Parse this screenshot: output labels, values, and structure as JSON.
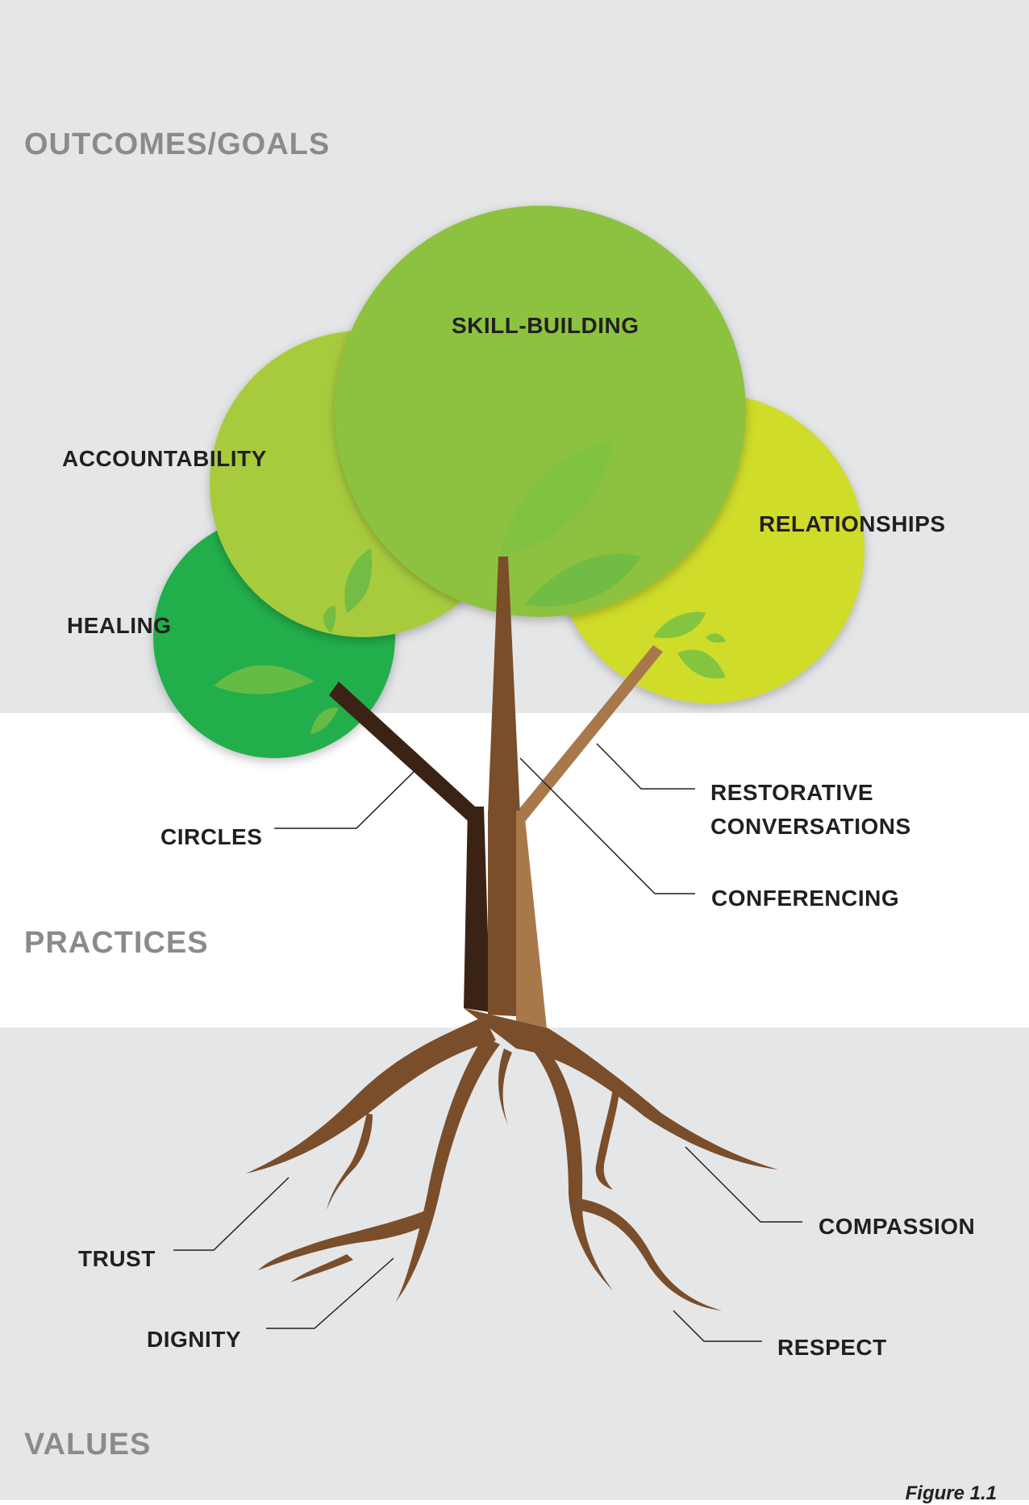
{
  "sections": {
    "outcomes": "OUTCOMES/GOALS",
    "practices": "PRACTICES",
    "values": "VALUES"
  },
  "outcomes": {
    "skill_building": "SKILL-BUILDING",
    "accountability": "ACCOUNTABILITY",
    "relationships": "RELATIONSHIPS",
    "healing": "HEALING"
  },
  "practices": {
    "restorative_conversations": [
      "RESTORATIVE",
      "CONVERSATIONS"
    ],
    "conferencing": "CONFERENCING",
    "circles": "CIRCLES"
  },
  "values": {
    "compassion": "COMPASSION",
    "trust": "TRUST",
    "dignity": "DIGNITY",
    "respect": "RESPECT"
  },
  "caption": "Figure 1.1",
  "colors": {
    "band_gray": "#e5e6e8",
    "label_gray": "#8a8b8d",
    "healing_green": "#22ae4b",
    "accountability_green": "#a8cb3c",
    "skill_green": "#8dc23f",
    "relationships_yellow": "#cfdc29",
    "trunk_brown": "#7a4e2a",
    "trunk_dark": "#3a2314",
    "branch_light": "#a8784b"
  }
}
